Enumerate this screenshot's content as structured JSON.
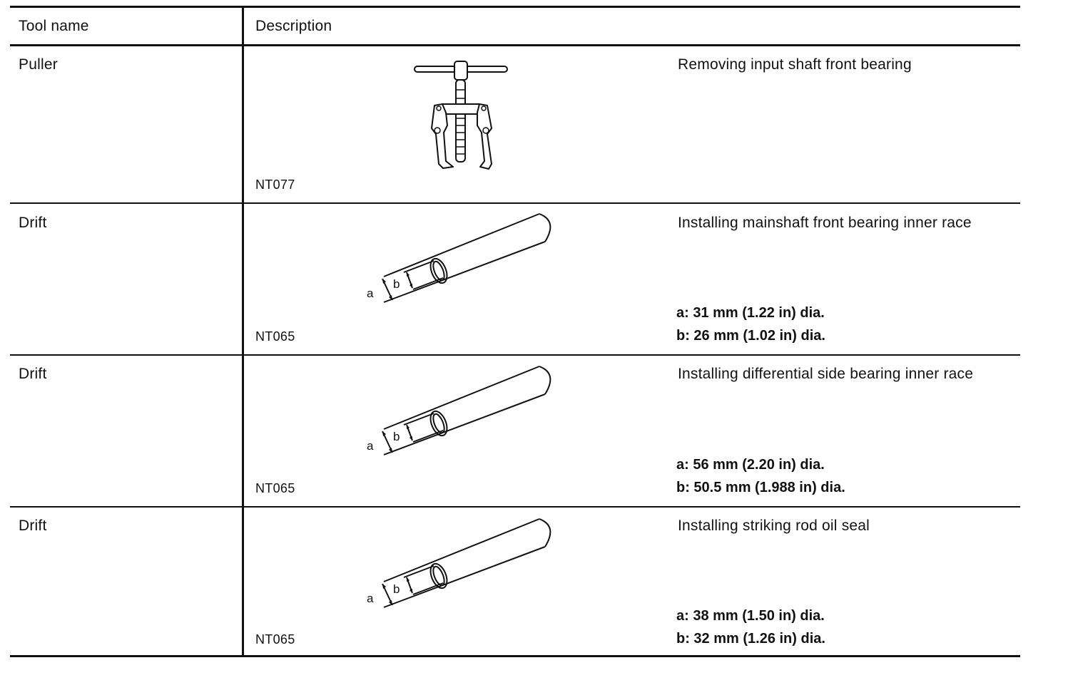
{
  "table": {
    "header": {
      "tool_name": "Tool name",
      "description": "Description"
    },
    "rows": [
      {
        "tool": "Puller",
        "code": "NT077",
        "usage": "Removing input shaft front bearing",
        "icon": "puller-icon"
      },
      {
        "tool": "Drift",
        "code": "NT065",
        "usage": "Installing mainshaft front bearing inner race",
        "icon": "drift-icon",
        "label_a": "a",
        "label_b": "b",
        "spec_a": "a:  31 mm (1.22 in) dia.",
        "spec_b": "b:  26 mm (1.02 in) dia."
      },
      {
        "tool": "Drift",
        "code": "NT065",
        "usage": "Installing differential side bearing inner race",
        "icon": "drift-icon",
        "label_a": "a",
        "label_b": "b",
        "spec_a": "a:  56 mm (2.20 in) dia.",
        "spec_b": "b:  50.5 mm (1.988 in) dia."
      },
      {
        "tool": "Drift",
        "code": "NT065",
        "usage": "Installing striking rod oil seal",
        "icon": "drift-icon",
        "label_a": "a",
        "label_b": "b",
        "spec_a": "a:  38 mm (1.50 in) dia.",
        "spec_b": "b:  32 mm (1.26 in) dia."
      }
    ]
  }
}
